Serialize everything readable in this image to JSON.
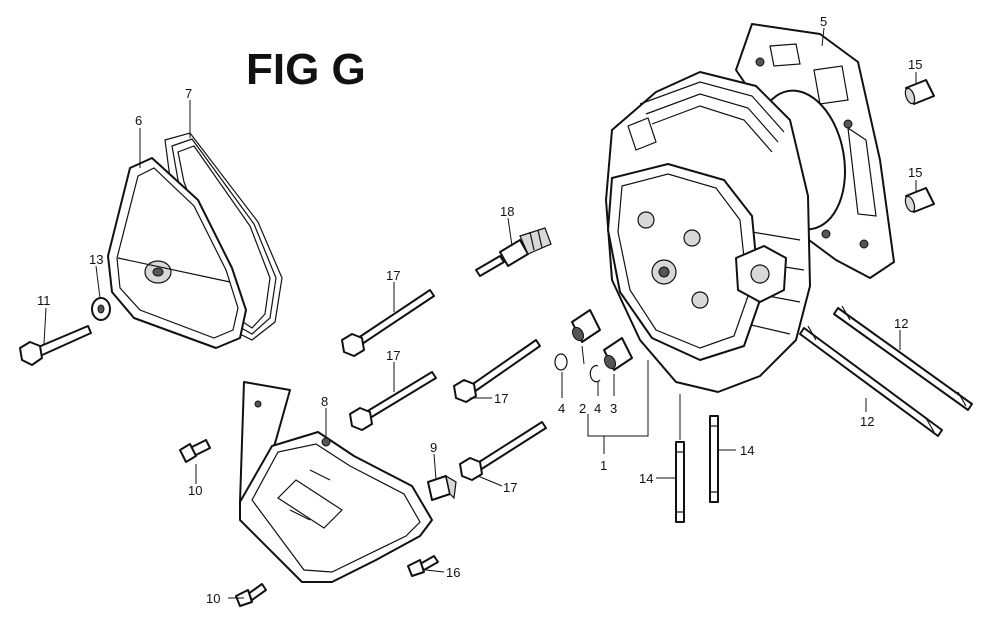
{
  "figure": {
    "title": "FIG G"
  },
  "callouts": {
    "c1": "1",
    "c2": "2",
    "c3": "3",
    "c4a": "4",
    "c4b": "4",
    "c5": "5",
    "c6": "6",
    "c7": "7",
    "c8": "8",
    "c9": "9",
    "c10a": "10",
    "c10b": "10",
    "c11": "11",
    "c12a": "12",
    "c12b": "12",
    "c13": "13",
    "c14a": "14",
    "c14b": "14",
    "c15a": "15",
    "c15b": "15",
    "c16": "16",
    "c17a": "17",
    "c17b": "17",
    "c17c": "17",
    "c17d": "17",
    "c18": "18"
  }
}
